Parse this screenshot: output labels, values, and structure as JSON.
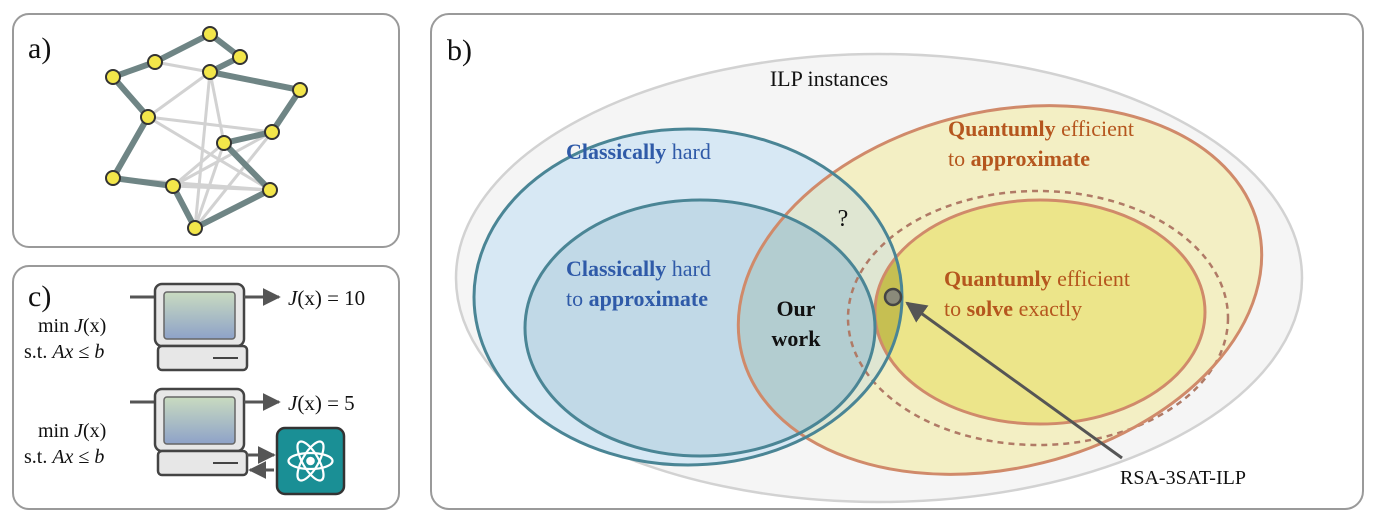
{
  "panels": {
    "a": {
      "label": "a)"
    },
    "b": {
      "label": "b)"
    },
    "c": {
      "label": "c)"
    }
  },
  "venn": {
    "outer": "ILP instances",
    "classical_hard": {
      "bold": "Classically",
      "rest": " hard"
    },
    "classical_approx": {
      "bold1": "Classically",
      "rest1": " hard",
      "line2_pre": "to ",
      "bold2": "approximate"
    },
    "quantum_approx": {
      "bold1": "Quantumly",
      "rest1": " efficient",
      "line2_pre": "to ",
      "bold2": "approximate"
    },
    "quantum_solve": {
      "bold1": "Quantumly",
      "rest1": " efficient",
      "line2_pre": "to ",
      "bold2": "solve",
      "line2_post": " exactly"
    },
    "our_work": {
      "line1": "Our",
      "line2": "work"
    },
    "question": "?",
    "pointer_label": "RSA-3SAT-ILP"
  },
  "panel_c": {
    "top": {
      "min": "min",
      "J": "J",
      "argx": "(x)",
      "st": "s.t. ",
      "Ax": "Ax",
      "leq": " ≤ ",
      "b": "b",
      "out_J": "J",
      "out_x": "(x) = ",
      "out_val": "10"
    },
    "bottom": {
      "min": "min",
      "J": "J",
      "argx": "(x)",
      "st": "s.t. ",
      "Ax": "Ax",
      "leq": " ≤ ",
      "b": "b",
      "out_J": "J",
      "out_x": "(x) = ",
      "out_val": "5"
    },
    "quantum_icon": "atom-icon"
  },
  "colors": {
    "classical_fill": "#d7e8f4",
    "classical_stroke": "#4a8595",
    "classical_text": "#2f5aa8",
    "quantum_fill": "#f3efc4",
    "quantum_stroke": "#d08a6a",
    "quantum_text": "#b5561e",
    "exact_fill": "#ece58a",
    "graph_node": "#f3e64a",
    "graph_edge_dark": "#6f8585",
    "graph_edge_light": "#d2d2d2",
    "quantum_box": "#1a8f95"
  }
}
